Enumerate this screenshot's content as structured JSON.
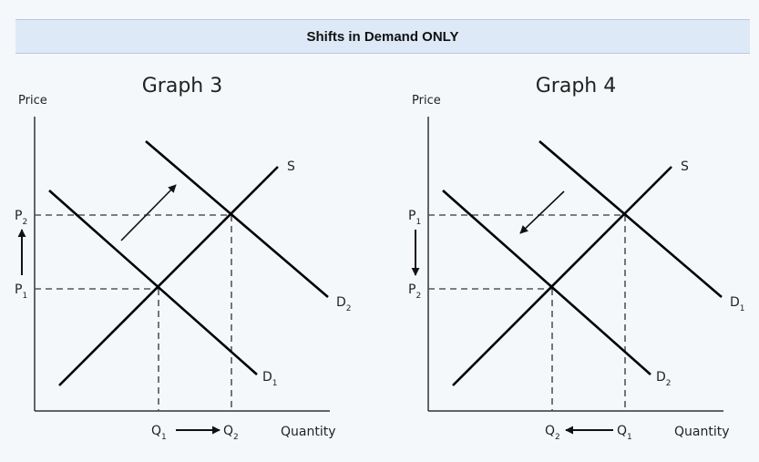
{
  "header": {
    "title": "Shifts in Demand ONLY"
  },
  "graphs": [
    {
      "title": "Graph 3",
      "y_axis_label": "Price",
      "x_axis_label": "Quantity",
      "supply_label": "S",
      "demand_original": {
        "letter": "D",
        "sub": "1"
      },
      "demand_new": {
        "letter": "D",
        "sub": "2"
      },
      "price_upper": {
        "letter": "P",
        "sub": "2"
      },
      "price_lower": {
        "letter": "P",
        "sub": "1"
      },
      "qty_left": {
        "letter": "Q",
        "sub": "1"
      },
      "qty_right": {
        "letter": "Q",
        "sub": "2"
      },
      "shift_direction": "right"
    },
    {
      "title": "Graph 4",
      "y_axis_label": "Price",
      "x_axis_label": "Quantity",
      "supply_label": "S",
      "demand_original": {
        "letter": "D",
        "sub": "1"
      },
      "demand_new": {
        "letter": "D",
        "sub": "2"
      },
      "price_upper": {
        "letter": "P",
        "sub": "1"
      },
      "price_lower": {
        "letter": "P",
        "sub": "2"
      },
      "qty_left": {
        "letter": "Q",
        "sub": "2"
      },
      "qty_right": {
        "letter": "Q",
        "sub": "1"
      },
      "shift_direction": "left"
    }
  ]
}
